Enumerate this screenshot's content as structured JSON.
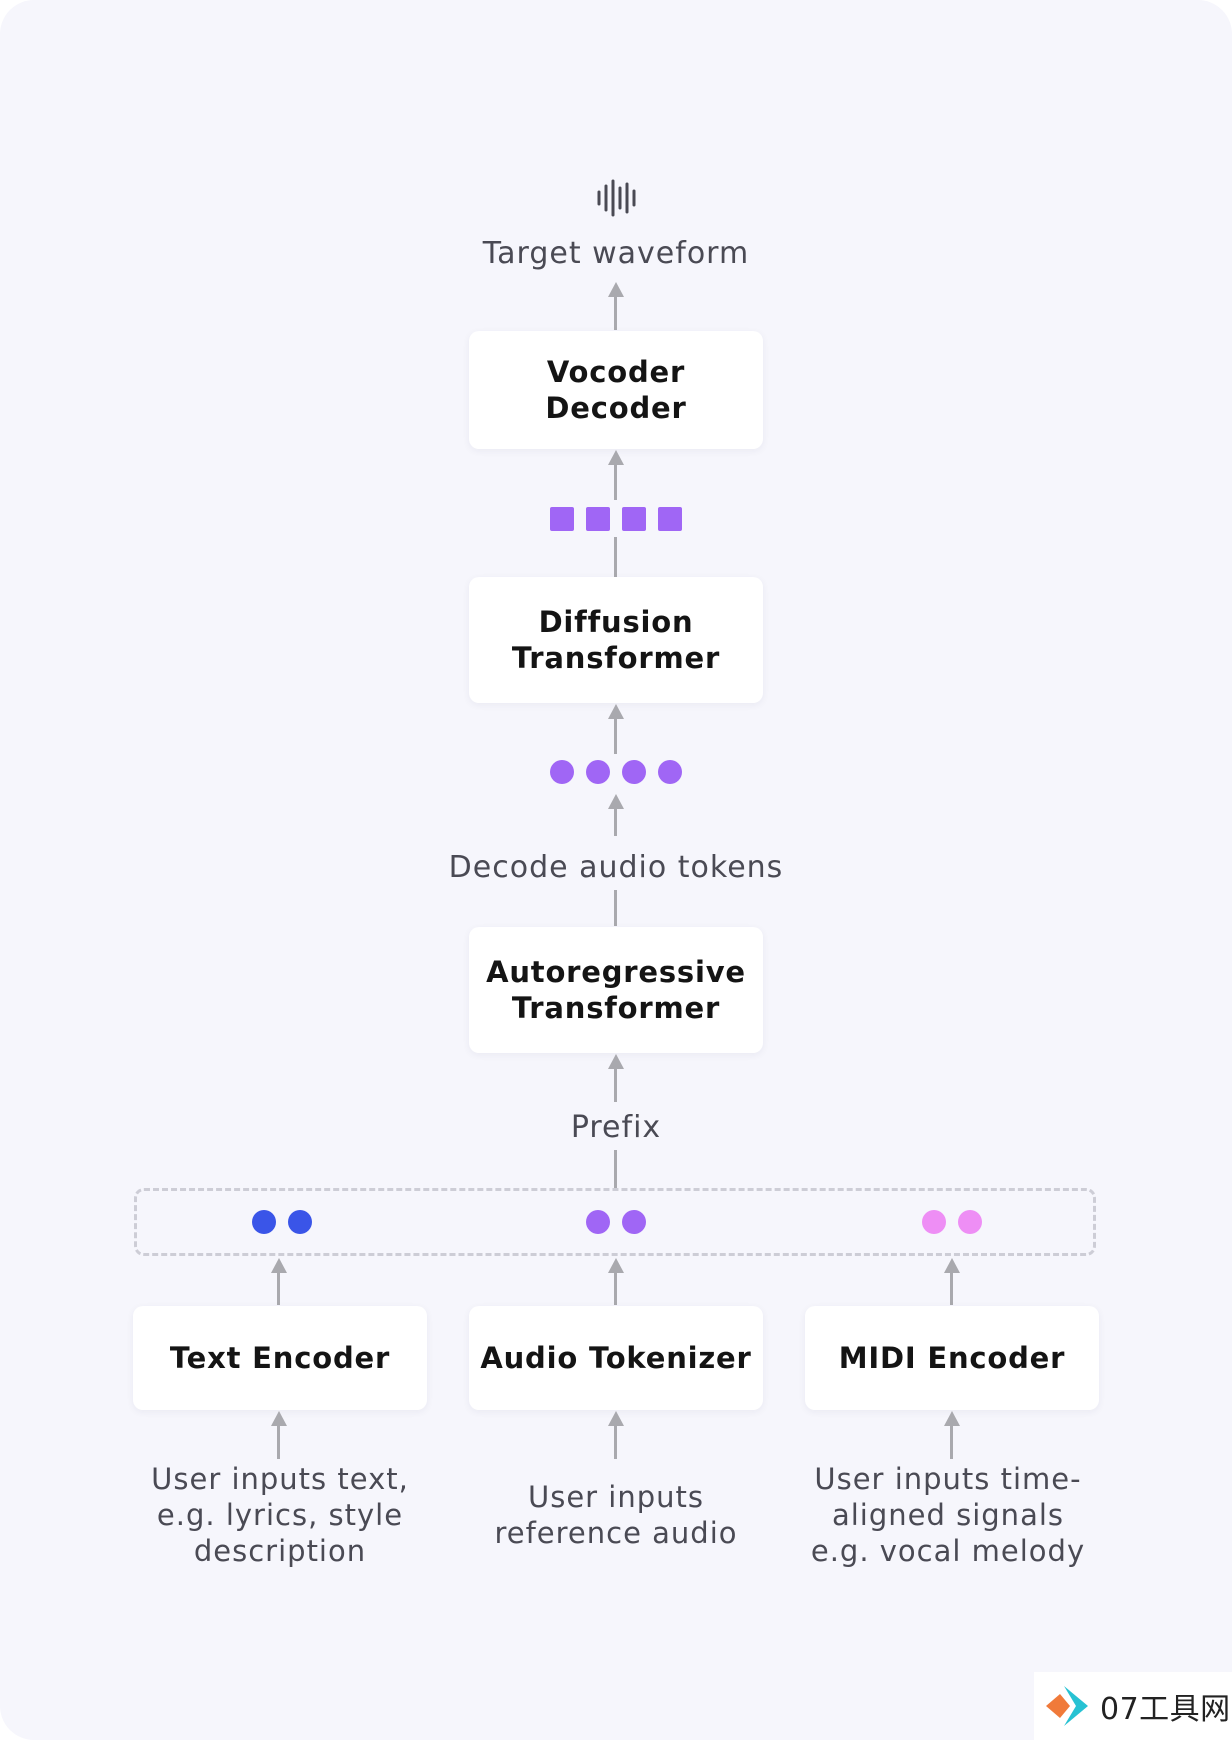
{
  "output_label": "Target waveform",
  "nodes": {
    "vocoder": [
      "Vocoder",
      "Decoder"
    ],
    "diffusion": [
      "Diffusion",
      "Transformer"
    ],
    "autoregressive": [
      "Autoregressive",
      "Transformer"
    ],
    "text_encoder": "Text Encoder",
    "audio_tokenizer": "Audio Tokenizer",
    "midi_encoder": "MIDI Encoder"
  },
  "edge_labels": {
    "decode": "Decode audio tokens",
    "prefix": "Prefix"
  },
  "inputs": {
    "text": [
      "User inputs text,",
      "e.g. lyrics, style",
      "description"
    ],
    "audio": [
      "User inputs",
      "reference audio"
    ],
    "midi": [
      "User inputs time-",
      "aligned signals",
      "e.g. vocal melody"
    ]
  },
  "colors": {
    "latent_purple": "#a066f5",
    "text_token_blue": "#3a55e8",
    "audio_token_purple": "#a066f5",
    "midi_token_pink": "#ee8ef5",
    "arrow_gray": "#a9a9ae"
  },
  "icons": {
    "output": "waveform-icon"
  },
  "watermark": {
    "text": "07工具网"
  }
}
